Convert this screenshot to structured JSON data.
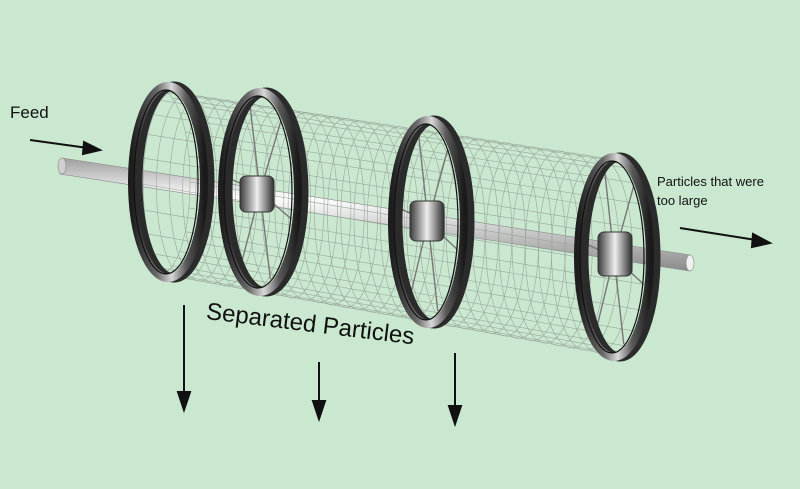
{
  "background_color": "#c9e8cf",
  "labels": {
    "feed": "Feed",
    "oversize_line1": "Particles that were",
    "oversize_line2": "too large",
    "separated": "Separated Particles"
  },
  "icons": {
    "arrows": "arrow-icon",
    "wheels": "ring-wheel-icon"
  },
  "colors": {
    "ring_dark": "#2b2b2b",
    "ring_light": "#cfcfcf",
    "mesh": "#9aa79c",
    "arrow": "#111111",
    "shaft": "#e8e8e8"
  }
}
